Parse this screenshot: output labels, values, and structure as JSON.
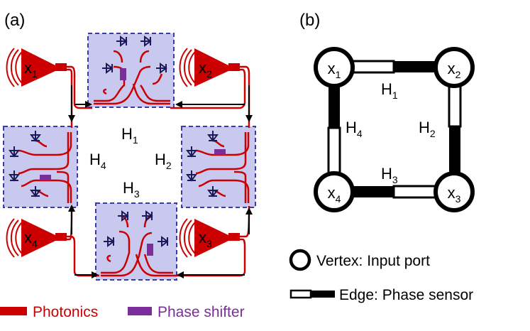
{
  "panels": {
    "a": {
      "label": "(a)"
    },
    "b": {
      "label": "(b)"
    }
  },
  "circuit": {
    "inputs": [
      {
        "id": "x1",
        "base": "x",
        "sub": "1"
      },
      {
        "id": "x2",
        "base": "x",
        "sub": "2"
      },
      {
        "id": "x3",
        "base": "x",
        "sub": "3"
      },
      {
        "id": "x4",
        "base": "x",
        "sub": "4"
      }
    ],
    "sensors": [
      {
        "id": "H1",
        "base": "H",
        "sub": "1"
      },
      {
        "id": "H2",
        "base": "H",
        "sub": "2"
      },
      {
        "id": "H3",
        "base": "H",
        "sub": "3"
      },
      {
        "id": "H4",
        "base": "H",
        "sub": "4"
      }
    ]
  },
  "graph": {
    "vertices": [
      {
        "id": "x1",
        "base": "x",
        "sub": "1"
      },
      {
        "id": "x2",
        "base": "x",
        "sub": "2"
      },
      {
        "id": "x3",
        "base": "x",
        "sub": "3"
      },
      {
        "id": "x4",
        "base": "x",
        "sub": "4"
      }
    ],
    "edges": [
      {
        "id": "H1",
        "base": "H",
        "sub": "1"
      },
      {
        "id": "H2",
        "base": "H",
        "sub": "2"
      },
      {
        "id": "H3",
        "base": "H",
        "sub": "3"
      },
      {
        "id": "H4",
        "base": "H",
        "sub": "4"
      }
    ]
  },
  "legend": {
    "photonics": "Photonics",
    "phase_shifter": "Phase shifter",
    "vertex": "Vertex: Input port",
    "edge": "Edge: Phase sensor"
  },
  "colors": {
    "photonics": "#cc0000",
    "phase_shifter": "#7b2d9b",
    "chip_fill": "#c9c9f0",
    "chip_border": "#3a3aaa",
    "detector": "#1a1a5a"
  }
}
